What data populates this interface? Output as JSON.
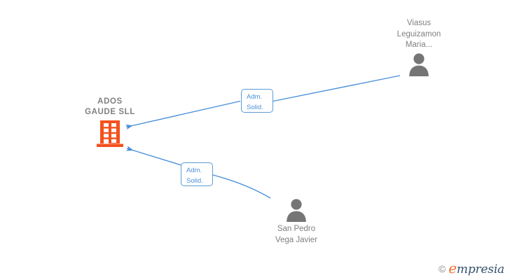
{
  "diagram": {
    "type": "corporate-relations-graph",
    "background_color": "#ffffff",
    "company": {
      "name_line1": "ADOS",
      "name_line2": "GAUDE  SLL",
      "icon": "building-icon",
      "icon_color": "#f4511e",
      "text_color": "#808080"
    },
    "persons": [
      {
        "id": "person-top-right",
        "name_line1": "Viasus",
        "name_line2": "Leguizamon",
        "name_line3": "Maria...",
        "icon": "person-icon",
        "icon_color": "#757575",
        "label_position": "above"
      },
      {
        "id": "person-bottom",
        "name_line1": "San Pedro",
        "name_line2": "Vega Javier",
        "icon": "person-icon",
        "icon_color": "#757575",
        "label_position": "below"
      }
    ],
    "relations": [
      {
        "id": "relation-1",
        "from": "person-top-right",
        "to": "company",
        "label_line1": "Adm.",
        "label_line2": "Solid.",
        "edge_color": "#4a90d9",
        "arrow": "to-company"
      },
      {
        "id": "relation-2",
        "from": "person-bottom",
        "to": "company",
        "label_line1": "Adm.",
        "label_line2": "Solid.",
        "edge_color": "#4a90d9",
        "arrow": "to-company"
      }
    ]
  },
  "watermark": {
    "copyright_symbol": "©",
    "brand_first_letter": "e",
    "brand_rest": "mpresia",
    "brand_color": "#33516b",
    "accent_color": "#f07030"
  }
}
